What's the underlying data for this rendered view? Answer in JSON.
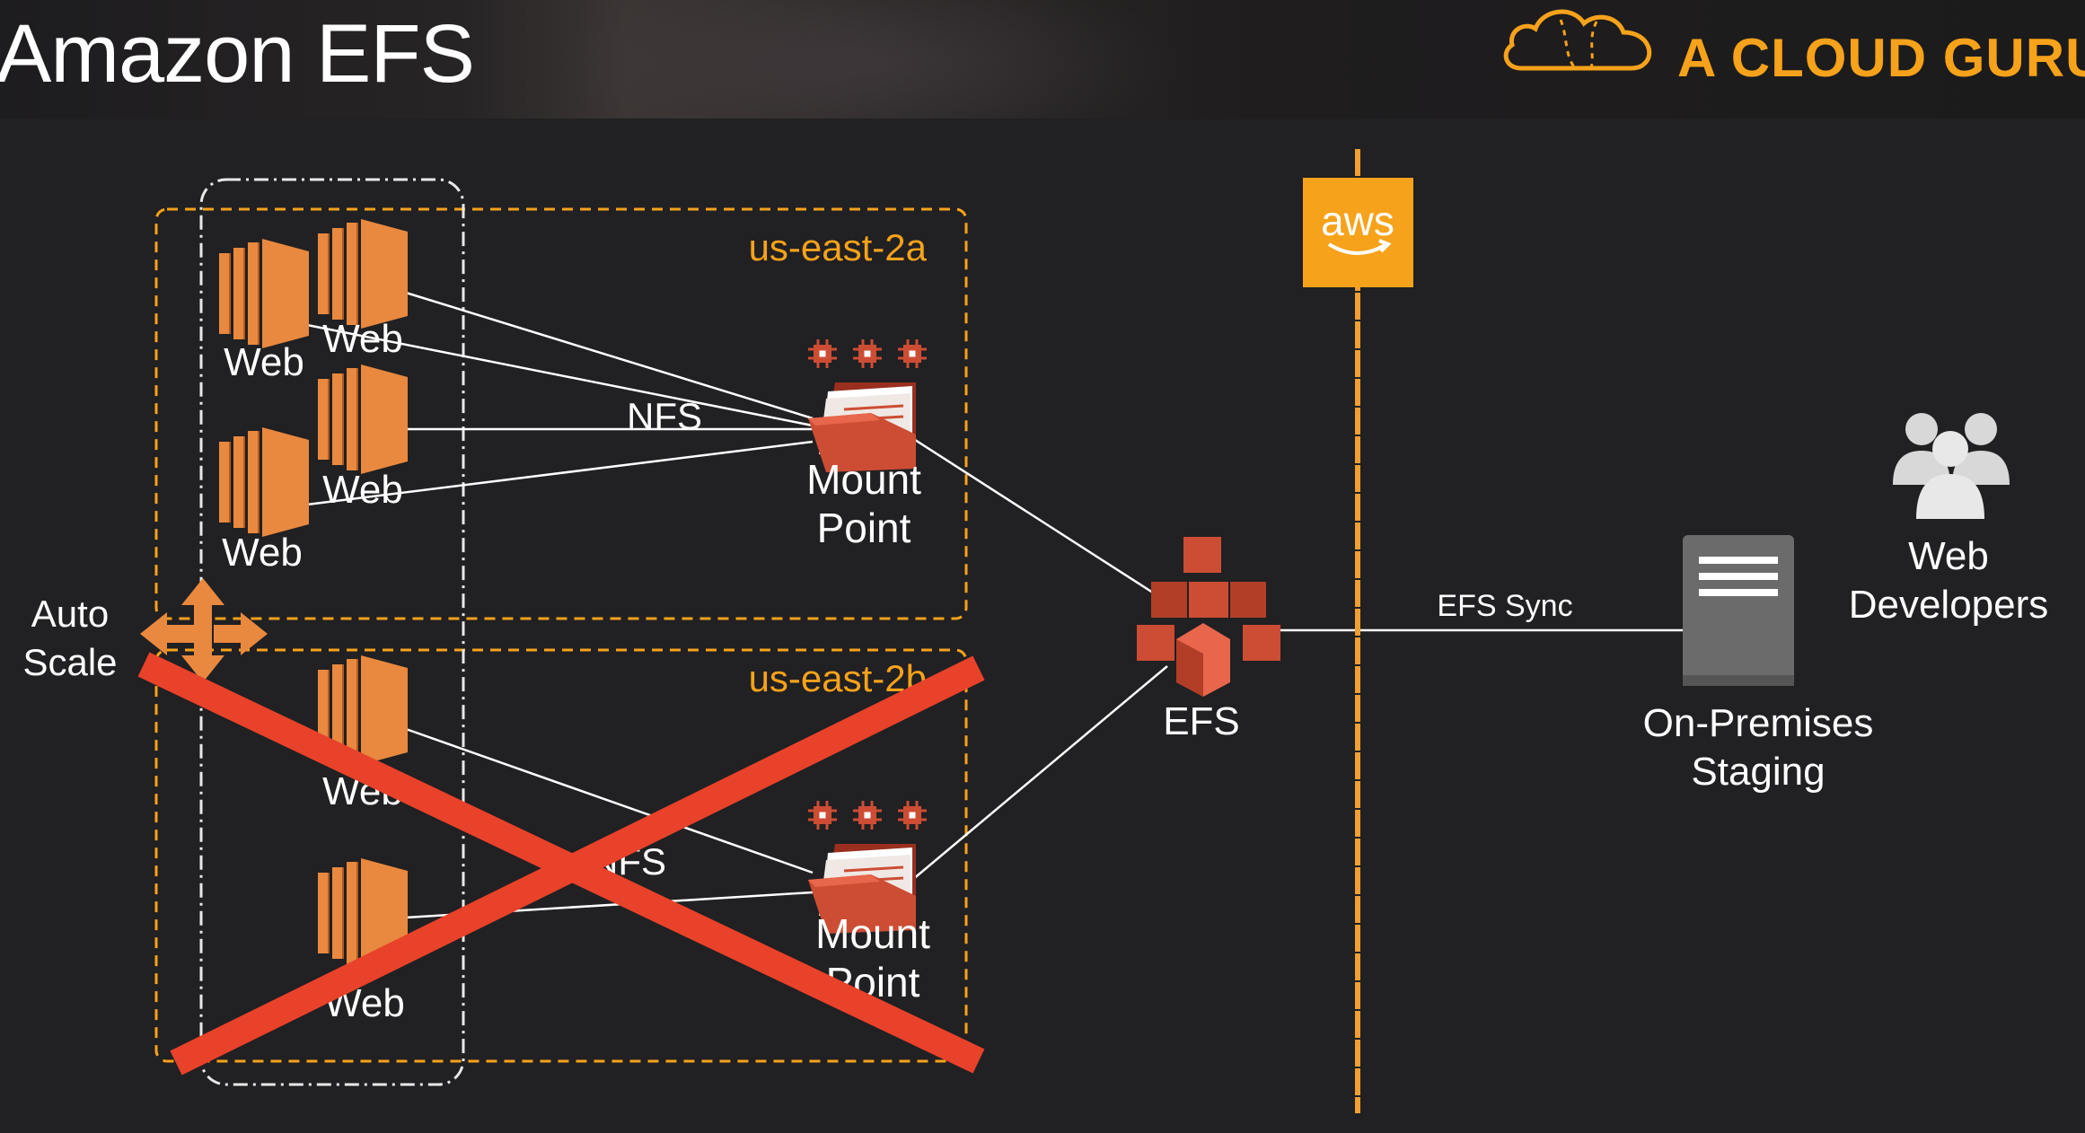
{
  "header": {
    "title": "Amazon EFS",
    "brand": "A CLOUD GURU"
  },
  "diagram": {
    "zones": {
      "a": "us-east-2a",
      "b": "us-east-2b"
    },
    "auto_scale": [
      "Auto",
      "Scale"
    ],
    "web_label": "Web",
    "nfs_label": "NFS",
    "mount_point": [
      "Mount",
      "Point"
    ],
    "efs_label": "EFS",
    "aws_label": "aws",
    "efs_sync_label": "EFS Sync",
    "staging": [
      "On-Premises",
      "Staging"
    ],
    "developers": [
      "Web",
      "Developers"
    ]
  },
  "colors": {
    "orange": "#f7a21b",
    "ec2": "#e8893f",
    "efs": "#cc4d34",
    "cross": "#e8422a",
    "server": "#6b6b6b"
  }
}
